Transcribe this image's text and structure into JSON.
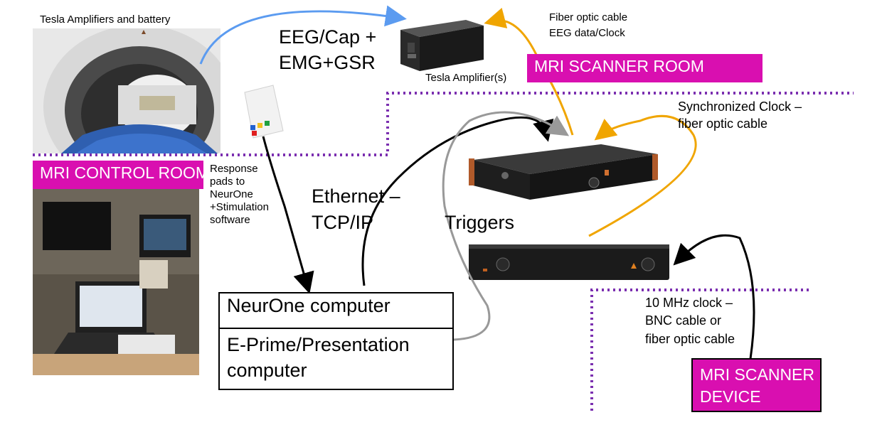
{
  "colors": {
    "room_label_bg": "#d90fb0",
    "room_label_text": "#ffffff",
    "dotted_border": "#7b2fb0",
    "arrow_blue": "#5b9bf0",
    "arrow_orange": "#f0a500",
    "arrow_black": "#000000",
    "arrow_gray": "#999999"
  },
  "labels": {
    "tesla_amplifiers_battery": "Tesla Amplifiers and battery",
    "eeg_line1": "EEG/Cap +",
    "eeg_line2": "EMG+GSR",
    "tesla_amplifier": "Tesla Amplifier(s)",
    "fiber_line1": "Fiber optic cable",
    "fiber_line2": "EEG data/Clock",
    "mri_scanner_room": "MRI SCANNER ROOM",
    "sync_line1": "Synchronized Clock –",
    "sync_line2": "fiber optic cable",
    "mri_control_room": "MRI CONTROL ROOM",
    "response_line1": "Response",
    "response_line2": "pads to",
    "response_line3": "NeurOne",
    "response_line4": "+Stimulation",
    "response_line5": "software",
    "ethernet_line1": "Ethernet –",
    "ethernet_line2": "TCP/IP",
    "triggers": "Triggers",
    "neurone_computer": "NeurOne computer",
    "eprime_line1": "E-Prime/Presentation",
    "eprime_line2": "computer",
    "clock_line1": "10 MHz clock –",
    "clock_line2": "BNC cable or",
    "clock_line3": "fiber optic cable",
    "scanner_device_line1": "MRI SCANNER",
    "scanner_device_line2": "DEVICE"
  },
  "images": {
    "mri_bore_photo": "MRI scanner bore photo",
    "amplifier_photo": "Tesla amplifier device",
    "response_pad_photo": "Response pad device",
    "control_room_photo": "Control room workstation photo",
    "neurone_main_unit": "NeurOne main unit",
    "sync_box_unit": "Sync box unit"
  }
}
